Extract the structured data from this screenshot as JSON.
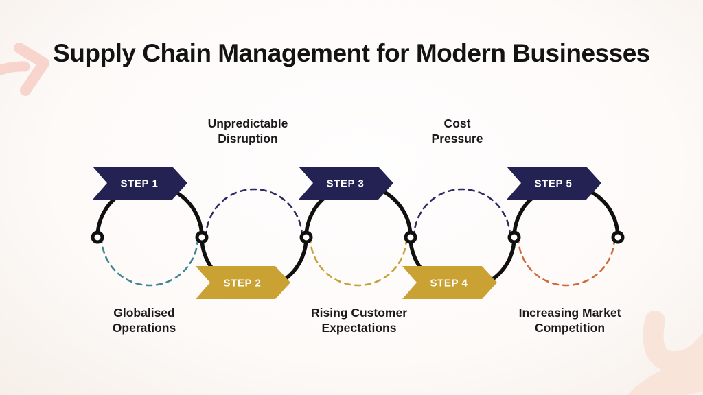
{
  "title": "Supply Chain Management for Modern Businesses",
  "steps": [
    {
      "label": "STEP 1",
      "banner_color": "#232253",
      "dash_color": "#418695",
      "caption_position": "bottom",
      "caption": {
        "line1": "Globalised",
        "line2": "Operations"
      }
    },
    {
      "label": "STEP 2",
      "banner_color": "#c9a233",
      "dash_color": "#2e2d62",
      "caption_position": "top",
      "caption": {
        "line1": "Unpredictable",
        "line2": "Disruption"
      }
    },
    {
      "label": "STEP 3",
      "banner_color": "#232253",
      "dash_color": "#c8a13b",
      "caption_position": "bottom",
      "caption": {
        "line1": "Rising Customer",
        "line2": "Expectations"
      }
    },
    {
      "label": "STEP 4",
      "banner_color": "#c9a233",
      "dash_color": "#2e2d62",
      "caption_position": "top",
      "caption": {
        "line1": "Cost",
        "line2": "Pressure"
      }
    },
    {
      "label": "STEP 5",
      "banner_color": "#232253",
      "dash_color": "#cf6a3c",
      "caption_position": "bottom",
      "caption": {
        "line1": "Increasing Market",
        "line2": "Competition"
      }
    }
  ],
  "colors": {
    "navy_banner": "#232253",
    "gold_banner": "#c9a233",
    "line_black": "#101010",
    "teal_dash": "#418695",
    "navy_dash": "#2e2d62",
    "gold_dash": "#c8a13b",
    "orange_dash": "#cf6a3c",
    "title_text": "#131313",
    "caption_text": "#191919",
    "banner_text": "#ffffff",
    "background": "#fdfbfa",
    "decoration_arrow_pink": "#f8d5cc",
    "decoration_blob_peach": "#f8e4d8"
  },
  "decorations": {
    "top_left": "curved-arrow-right",
    "bottom_right": "organic-squiggle"
  }
}
